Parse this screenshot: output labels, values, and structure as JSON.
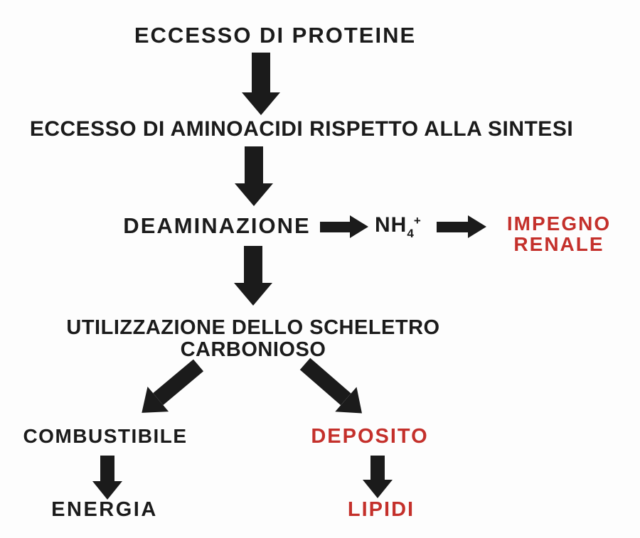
{
  "page": {
    "background": "#fdfdfd"
  },
  "colors": {
    "ink": "#1b1b1b",
    "red": "#c4302b"
  },
  "flowchart": {
    "nodes": {
      "eccesso_proteine": "ECCESSO DI PROTEINE",
      "eccesso_aminoacidi": "ECCESSO DI AMINOACIDI RISPETTO ALLA SINTESI",
      "deaminazione": "DEAMINAZIONE",
      "ammonio_base": "NH",
      "ammonio_sub": "4",
      "ammonio_sup": "+",
      "impegno_renale_line1": "IMPEGNO",
      "impegno_renale_line2": "RENALE",
      "utilizzazione_line1": "UTILIZZAZIONE DELLO SCHELETRO",
      "utilizzazione_line2": "CARBONIOSO",
      "combustibile": "COMBUSTIBILE",
      "deposito": "DEPOSITO",
      "energia": "ENERGIA",
      "lipidi": "LIPIDI"
    }
  }
}
